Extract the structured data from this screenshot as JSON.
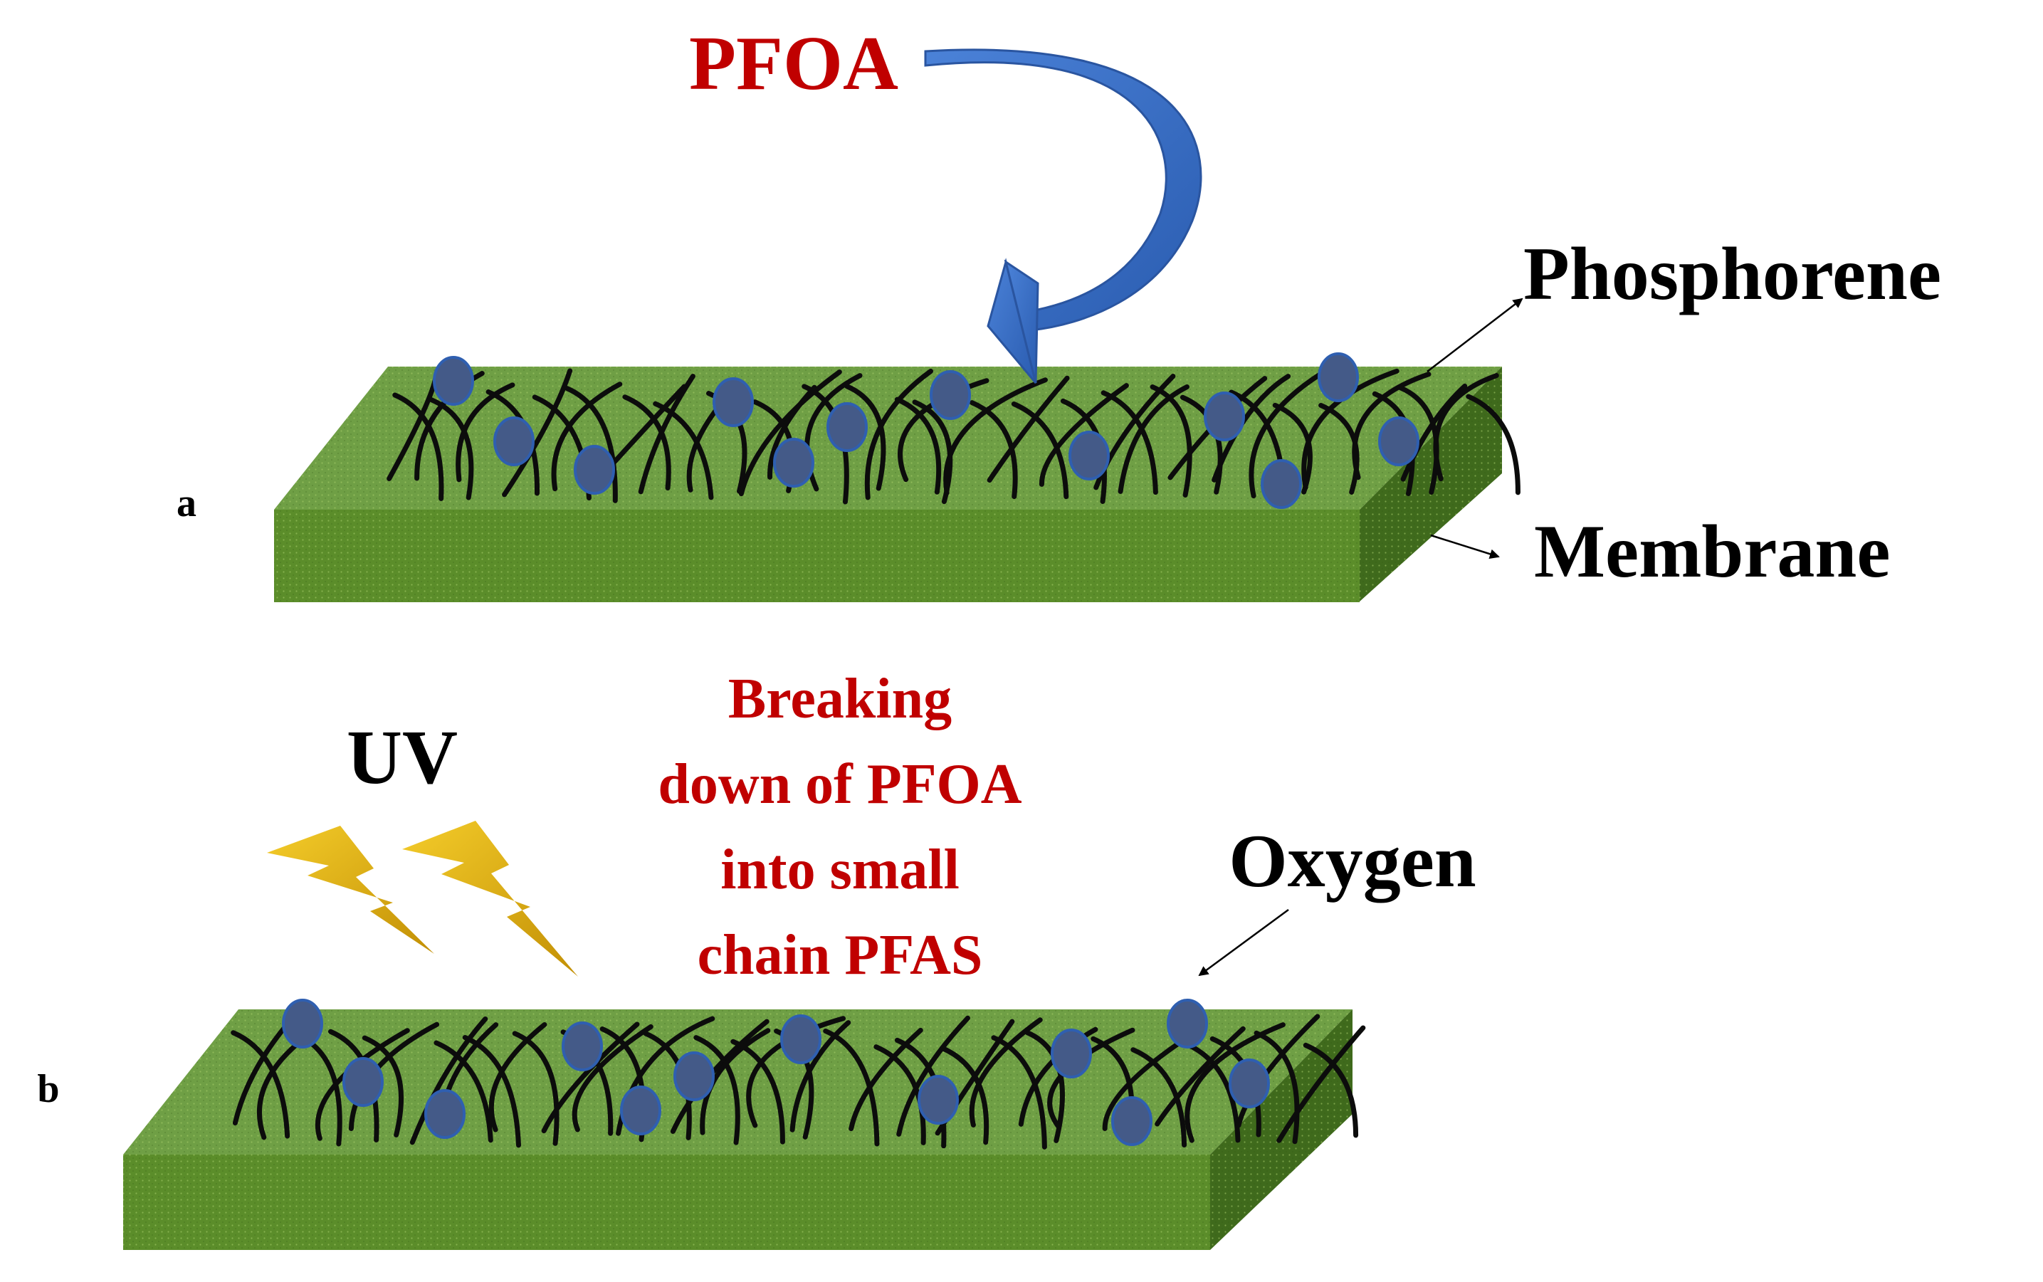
{
  "panel_a": {
    "label": "a",
    "pfoa_label": "PFOA",
    "phosphorene_label": "Phosphorene",
    "membrane_label": "Membrane"
  },
  "panel_b": {
    "label": "b",
    "uv_label": "UV",
    "caption_lines": [
      "Breaking",
      "down of PFOA",
      "into small",
      "chain PFAS"
    ],
    "oxygen_label": "Oxygen"
  },
  "colors": {
    "membrane_front": "#5b8d2a",
    "membrane_top": "#6f9f45",
    "membrane_side": "#3f6a1c",
    "particle_fill": "#445a88",
    "particle_stroke": "#2f5fb0",
    "fiber": "#0c0c0c",
    "red_text": "#c00000",
    "curved_arrow": "#3d6fc4",
    "lightning": "#e4b410"
  }
}
